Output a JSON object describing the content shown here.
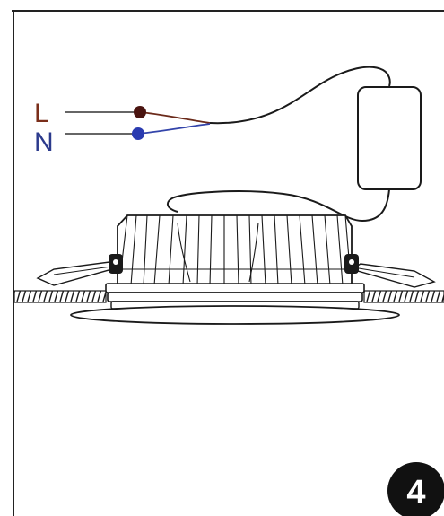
{
  "labels": {
    "live": "L",
    "neutral": "N"
  },
  "step": {
    "number": "4"
  },
  "colors": {
    "live_label": "#7a2e1a",
    "live_wire": "#6b2a1a",
    "live_dot": "#4a1410",
    "neutral_label": "#2b3a8c",
    "neutral_wire": "#3344aa",
    "neutral_dot": "#2a3bb0",
    "line": "#1a1a1a",
    "badge": "#111111",
    "badge_text": "#ffffff"
  },
  "icons": {
    "live_terminal": "filled-circle",
    "neutral_terminal": "filled-circle",
    "driver": "rounded-rectangle",
    "downlight": "recessed-downlight",
    "step_badge": "filled-circle-number"
  }
}
